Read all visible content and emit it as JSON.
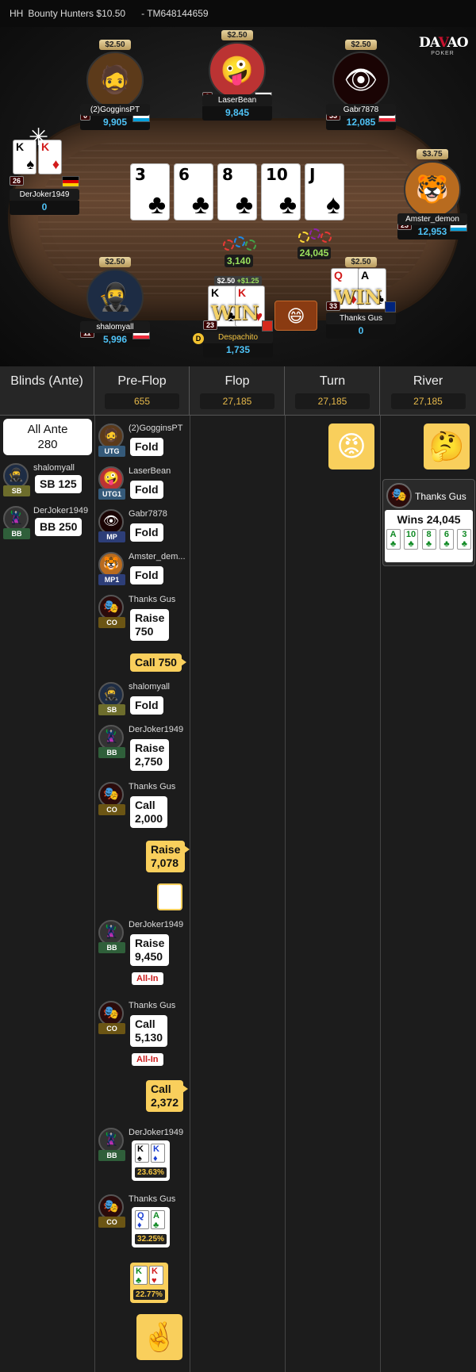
{
  "title": {
    "hh": "HH",
    "tournament": "Bounty Hunters $10.50",
    "id": "- TM648144659"
  },
  "logo": {
    "line1a": "DA",
    "line1b": "V",
    "line1c": "AO",
    "line2": "POKER"
  },
  "colors": {
    "accent": "#f9cf5c",
    "stack": "#4fc3f7",
    "pot": "#e6b84a",
    "felt": "#6b4a33"
  },
  "seats": {
    "goggins": {
      "bet": "$2.50",
      "name": "(2)GogginsPT",
      "stack": "9,905",
      "level": "0"
    },
    "laserbean": {
      "bet": "$2.50",
      "name": "LaserBean",
      "stack": "9,845",
      "level": "0"
    },
    "gabr": {
      "bet": "$2.50",
      "name": "Gabr7878",
      "stack": "12,085",
      "level": "33"
    },
    "derjoker": {
      "name": "DerJoker1949",
      "stack": "0",
      "level": "26"
    },
    "amster": {
      "bet": "$3.75",
      "name": "Amster_demon",
      "stack": "12,953",
      "level": "23"
    },
    "shalomyall": {
      "bet": "$2.50",
      "name": "shalomyall",
      "stack": "5,996",
      "level": "11"
    },
    "despachito": {
      "bet": "$2.50",
      "bet_extra": "+$1.25",
      "name": "Despachito",
      "stack": "1,735",
      "level": "23"
    },
    "thanksgus": {
      "bet": "$2.50",
      "name": "Thanks Gus",
      "stack": "0",
      "level": "33"
    }
  },
  "board": [
    {
      "rank": "3",
      "suit": "♣"
    },
    {
      "rank": "6",
      "suit": "♣"
    },
    {
      "rank": "8",
      "suit": "♣"
    },
    {
      "rank": "10",
      "suit": "♣"
    },
    {
      "rank": "J",
      "suit": "♠"
    }
  ],
  "pots_on_table": {
    "left": "3,140",
    "right": "24,045"
  },
  "win_label": "WIN",
  "dealer_label": "D",
  "columns": {
    "blinds": {
      "label": "Blinds (Ante)"
    },
    "preflop": {
      "label": "Pre-Flop",
      "pot": "655"
    },
    "flop": {
      "label": "Flop",
      "pot": "27,185"
    },
    "turn": {
      "label": "Turn",
      "pot": "27,185"
    },
    "river": {
      "label": "River",
      "pot": "27,185"
    }
  },
  "ante": {
    "line1": "All Ante",
    "line2": "280"
  },
  "blinds": [
    {
      "name": "shalomyall",
      "pos": "SB",
      "text": "SB 125"
    },
    {
      "name": "DerJoker1949",
      "pos": "BB",
      "text": "BB 250"
    }
  ],
  "preflop": [
    {
      "name": "(2)GogginsPT",
      "pos": "UTG",
      "action": "Fold"
    },
    {
      "name": "LaserBean",
      "pos": "UTG1",
      "action": "Fold"
    },
    {
      "name": "Gabr7878",
      "pos": "MP",
      "action": "Fold"
    },
    {
      "name": "Amster_dem...",
      "pos": "MP1",
      "action": "Fold"
    },
    {
      "name": "Thanks Gus",
      "pos": "CO",
      "action_a": "Raise",
      "action_b": "750"
    },
    {
      "hero": "Call 750"
    },
    {
      "name": "shalomyall",
      "pos": "SB",
      "action": "Fold"
    },
    {
      "name": "DerJoker1949",
      "pos": "BB",
      "action_a": "Raise",
      "action_b": "2,750"
    },
    {
      "name": "Thanks Gus",
      "pos": "CO",
      "action_a": "Call",
      "action_b": "2,000"
    },
    {
      "hero_a": "Raise",
      "hero_b": "7,078"
    },
    {
      "name": "DerJoker1949",
      "pos": "BB",
      "action_a": "Raise",
      "action_b": "9,450",
      "allin": "All-In"
    },
    {
      "name": "Thanks Gus",
      "pos": "CO",
      "action_a": "Call",
      "action_b": "5,130",
      "allin": "All-In"
    },
    {
      "hero_a": "Call",
      "hero_b": "2,372"
    }
  ],
  "showdown": [
    {
      "name": "DerJoker1949",
      "pos": "BB",
      "c1": "K",
      "c1s": "♠",
      "c2": "K",
      "c2s": "♦",
      "pct": "23.63%"
    },
    {
      "name": "Thanks Gus",
      "pos": "CO",
      "c1": "Q",
      "c1s": "♦",
      "c2": "A",
      "c2s": "♣",
      "pct": "32.25%"
    },
    {
      "hero": true,
      "c1": "K",
      "c1s": "♣",
      "c2": "K",
      "c2s": "♥",
      "pct": "22.77%"
    }
  ],
  "river_win": {
    "name": "Thanks Gus",
    "text": "Wins 24,045",
    "cards": [
      "A",
      "10",
      "8",
      "6",
      "3"
    ],
    "suit": "♣"
  }
}
